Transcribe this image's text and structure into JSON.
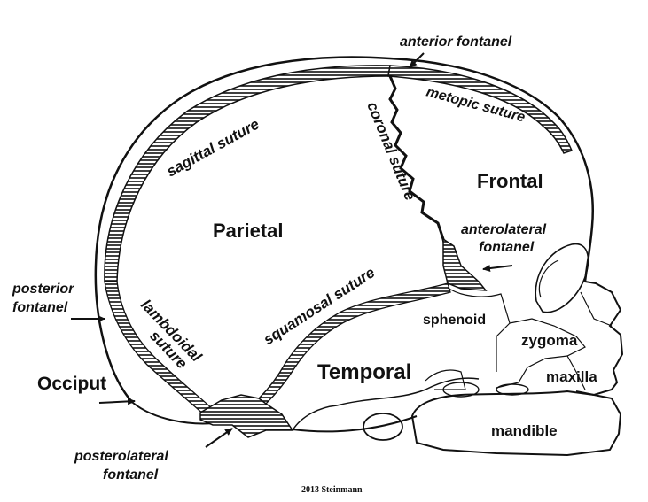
{
  "bones": {
    "parietal": "Parietal",
    "frontal": "Frontal",
    "temporal": "Temporal",
    "sphenoid": "sphenoid",
    "zygoma": "zygoma",
    "maxilla": "maxilla",
    "mandible": "mandible",
    "occiput": "Occiput"
  },
  "sutures": {
    "sagittal": "sagittal suture",
    "coronal": "coronal suture",
    "metopic": "metopic suture",
    "squamosal": "squamosal suture",
    "lambdoidal_1": "lambdoidal",
    "lambdoidal_2": "suture"
  },
  "fontanels": {
    "anterior": "anterior fontanel",
    "anterolateral_1": "anterolateral",
    "anterolateral_2": "fontanel",
    "posterior_1": "posterior",
    "posterior_2": "fontanel",
    "posterolateral_1": "posterolateral",
    "posterolateral_2": "fontanel"
  },
  "credit": "2013 Steinmann"
}
